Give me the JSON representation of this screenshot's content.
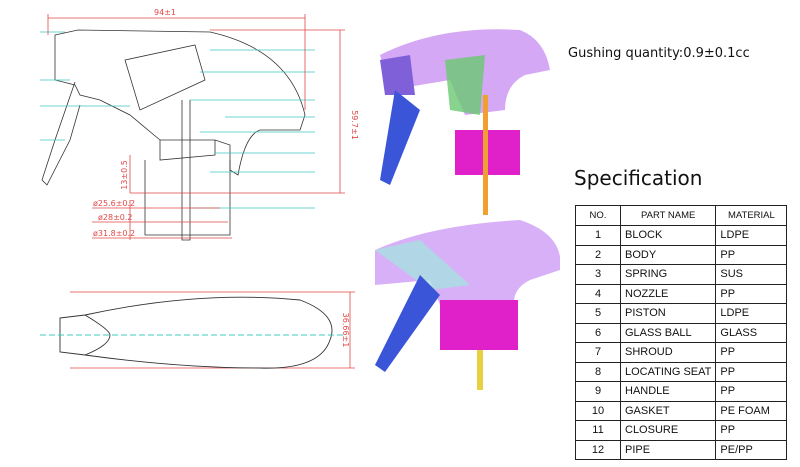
{
  "gushing_quantity": "Gushing quantity:0.9±0.1cc",
  "spec_title": "Specification",
  "table": {
    "headers": [
      "NO.",
      "PART NAME",
      "MATERIAL"
    ],
    "rows": [
      [
        "1",
        "BLOCK",
        "LDPE"
      ],
      [
        "2",
        "BODY",
        "PP"
      ],
      [
        "3",
        "SPRING",
        "SUS"
      ],
      [
        "4",
        "NOZZLE",
        "PP"
      ],
      [
        "5",
        "PISTON",
        "LDPE"
      ],
      [
        "6",
        "GLASS BALL",
        "GLASS"
      ],
      [
        "7",
        "SHROUD",
        "PP"
      ],
      [
        "8",
        "LOCATING SEAT",
        "PP"
      ],
      [
        "9",
        "HANDLE",
        "PP"
      ],
      [
        "10",
        "GASKET",
        "PE FOAM"
      ],
      [
        "11",
        "CLOSURE",
        "PP"
      ],
      [
        "12",
        "PIPE",
        "PE/PP"
      ]
    ]
  },
  "dimensions": {
    "width": "94±1",
    "height": "59.7±1",
    "neck": "13±0.5",
    "d1": "ø25.6±0.2",
    "d2": "ø28±0.2",
    "d3": "ø31.8±0.2",
    "top_view_height": "36.66±1"
  },
  "colors": {
    "dim": "#e04848",
    "leader": "#3cc8c0",
    "body": "#c9a0f0",
    "handle": "#3a55d8",
    "closure": "#e020c8",
    "pipe": "#e8d040"
  }
}
